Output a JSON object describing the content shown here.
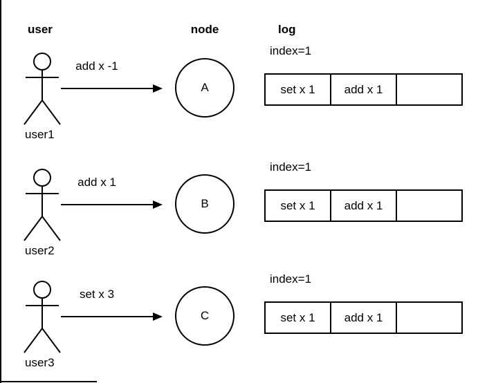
{
  "diagram": {
    "background": "#ffffff",
    "line_color": "#000000",
    "columns": {
      "user": "user",
      "node": "node",
      "log": "log"
    }
  },
  "rows": [
    {
      "user_label": "user1",
      "message": "add x -1",
      "node_label": "A",
      "log": {
        "index": "index=1",
        "cells": [
          "set x 1",
          "add x 1",
          ""
        ]
      }
    },
    {
      "user_label": "user2",
      "message": "add x 1",
      "node_label": "B",
      "log": {
        "index": "index=1",
        "cells": [
          "set x 1",
          "add x 1",
          ""
        ]
      }
    },
    {
      "user_label": "user3",
      "message": "set x 3",
      "node_label": "C",
      "log": {
        "index": "index=1",
        "cells": [
          "set x 1",
          "add x 1",
          ""
        ]
      }
    }
  ]
}
